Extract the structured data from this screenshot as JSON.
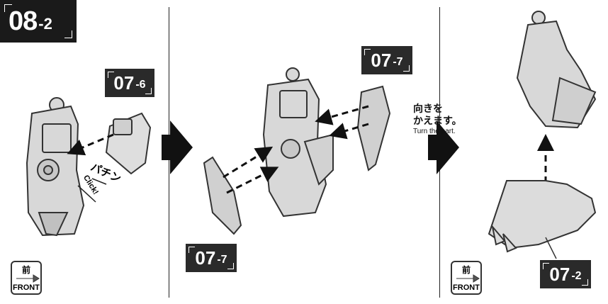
{
  "step": {
    "main": "08",
    "sub": "-2"
  },
  "parts": {
    "p07_6": {
      "main": "07",
      "sub": "-6"
    },
    "p07_7_top": {
      "main": "07",
      "sub": "-7"
    },
    "p07_7_bottom": {
      "main": "07",
      "sub": "-7"
    },
    "p07_2": {
      "main": "07",
      "sub": "-2"
    }
  },
  "click": {
    "jp": "パチン",
    "en": "Click!"
  },
  "turn": {
    "jp_line1": "向きを",
    "jp_line2": "かえます。",
    "en": "Turn the part."
  },
  "front_icon": {
    "kanji": "前",
    "word": "FRONT"
  },
  "colors": {
    "arrow": "#111111",
    "label_bg": "#2a2a2a",
    "part_fill": "#d8d8d8",
    "part_stroke": "#333333"
  }
}
